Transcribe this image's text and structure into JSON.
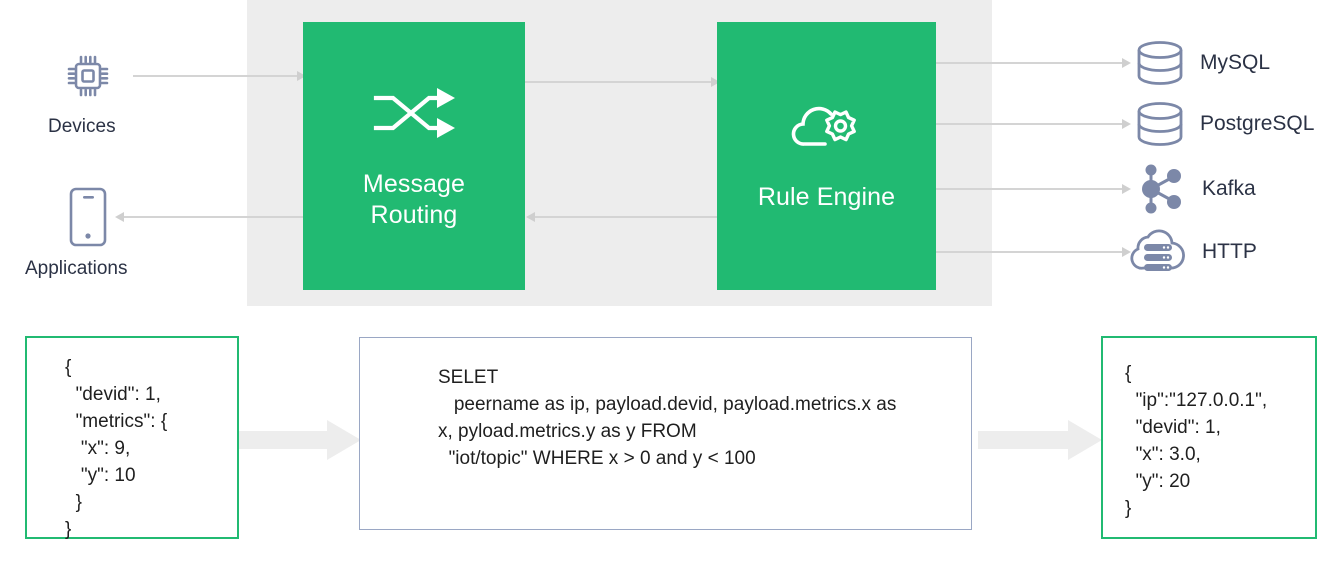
{
  "diagram": {
    "title": "EMQX Rule Engine data flow",
    "colors": {
      "process_green": "#21ba72",
      "panel_gray": "#ededed",
      "icon_slate": "#7c88a8",
      "text_dark": "#2b3245",
      "connector_gray": "#d4d4d4",
      "fat_arrow_gray": "#ededed",
      "box_border_blue": "#9aa7c4"
    }
  },
  "sources": [
    {
      "label": "Devices",
      "icon": "chip-icon"
    },
    {
      "label": "Applications",
      "icon": "mobile-phone-icon"
    }
  ],
  "blocks": [
    {
      "id": "message-routing",
      "label": "Message\nRouting",
      "icon": "shuffle-routing-icon"
    },
    {
      "id": "rule-engine",
      "label": "Rule Engine",
      "icon": "cloud-gear-icon"
    }
  ],
  "outputs": [
    {
      "label": "MySQL",
      "icon": "database-icon"
    },
    {
      "label": "PostgreSQL",
      "icon": "database-icon"
    },
    {
      "label": "Kafka",
      "icon": "node-graph-icon"
    },
    {
      "label": "HTTP",
      "icon": "cloud-server-icon"
    }
  ],
  "flow": {
    "input_payload": "{\n  \"devid\": 1,\n  \"metrics\": {\n   \"x\": 9,\n   \"y\": 10\n  }\n}",
    "sql_statement": "SELET\n   peername as ip, payload.devid, payload.metrics.x as x, pyload.metrics.y as y FROM\n  \"iot/topic\" WHERE x > 0 and y < 100",
    "output_payload": "{\n  \"ip\":\"127.0.0.1\",\n  \"devid\": 1,\n  \"x\": 3.0,\n  \"y\": 20\n}"
  }
}
